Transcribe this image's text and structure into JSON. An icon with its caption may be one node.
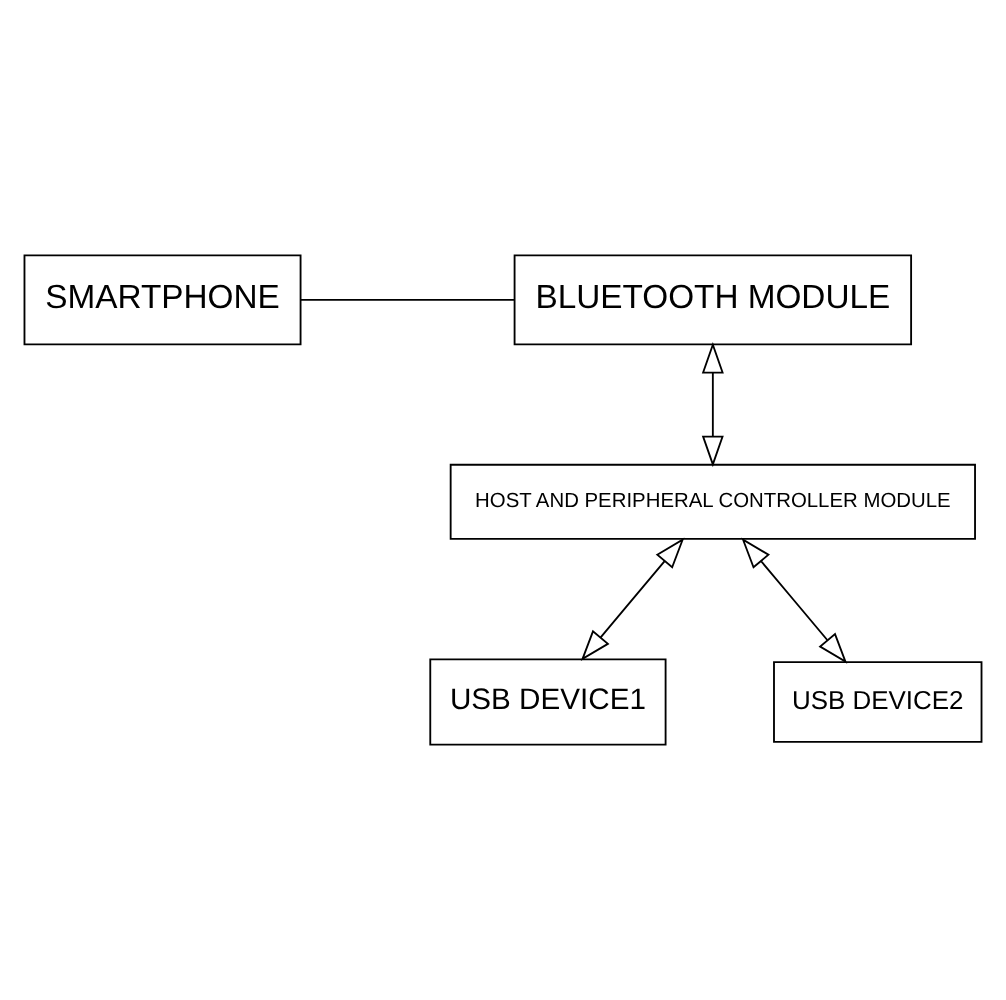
{
  "diagram": {
    "nodes": [
      {
        "text": [
          "SMARTPHONE"
        ]
      },
      {
        "text": [
          "BLUETOOTH MODULE"
        ]
      },
      {
        "text": [
          "HOST AND PERIPHERAL CONTROLLER MODULE"
        ]
      },
      {
        "text": [
          "USB DEVICE1"
        ]
      },
      {
        "text": [
          "USB DEVICE2"
        ]
      }
    ],
    "edges": [
      {
        "from": 0,
        "to": 1,
        "arrow": "none"
      },
      {
        "from": 1,
        "to": 2,
        "arrow": "both"
      },
      {
        "from": 2,
        "to": 3,
        "arrow": "both"
      },
      {
        "from": 2,
        "to": 4,
        "arrow": "both"
      }
    ]
  }
}
